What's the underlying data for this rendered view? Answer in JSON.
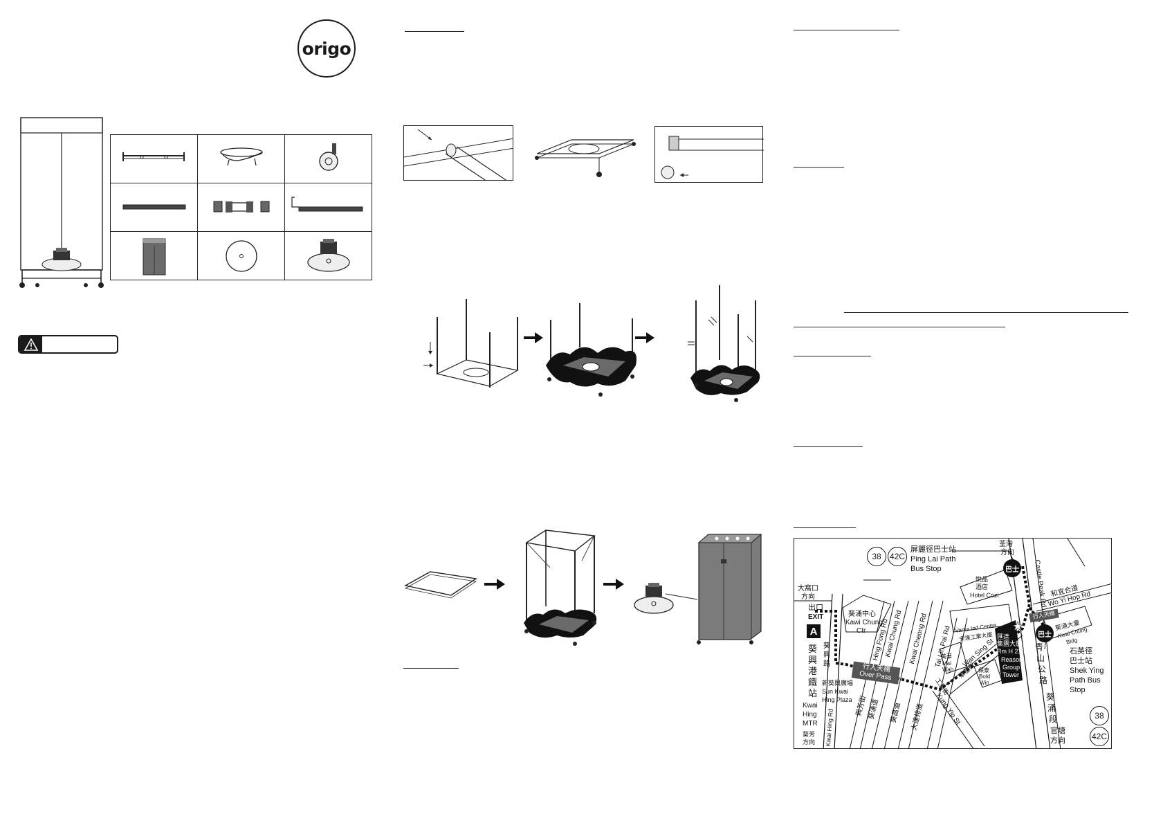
{
  "brand": {
    "logo_text": "origo"
  },
  "icons": {
    "warning": "warning-triangle-icon",
    "arrow": "arrow-right-icon",
    "star": "star-icon"
  },
  "colors": {
    "ink": "#1a1a1a",
    "grey_cover": "#7b7b7b",
    "fabric": "#111111",
    "bar_grey": "#555555"
  },
  "map": {
    "bus_badge": "巴士",
    "route_a": "38",
    "route_b": "42C",
    "stop_top_zh": "屏麗徑巴士站",
    "stop_top_en1": "Ping Lai Path",
    "stop_top_en2": "Bus Stop",
    "stop_right_zh1": "石英徑",
    "stop_right_zh2": "巴士站",
    "stop_right_en1": "Shek Ying",
    "stop_right_en2": "Path Bus",
    "stop_right_en3": "Stop",
    "dir_taiwo_zh1": "大窩口",
    "dir_taiwo_zh2": "方向",
    "dir_kwaichung_zh1": "荃灣",
    "dir_kwaichung_zh2": "方向",
    "exit_zh": "出口",
    "exit_en": "EXIT",
    "exit_letter": "A",
    "station_zh1": "葵",
    "station_zh2": "興",
    "station_zh3": "港",
    "station_zh4": "鐵",
    "station_zh5": "站",
    "station_en1": "Kwai",
    "station_en2": "Hing",
    "station_en3": "MTR",
    "kwaifong_zh1": "葵芳",
    "kwaifong_zh2": "方向",
    "kwai_hing_rd": "Kwai Hing Rd",
    "kwai_hing_rd_zh1": "葵",
    "kwai_hing_rd_zh2": "興",
    "kwai_hing_rd_zh3": "路",
    "kcc_zh": "葵涌中心",
    "kcc_en1": "Kawi Chung",
    "kcc_en2": "Ctr",
    "plaza_zh": "新葵興廣場",
    "plaza_en1": "Sun Kwai",
    "plaza_en2": "Hing Plaza",
    "hing_fong_rd": "Hing Fong Rd",
    "kwai_chung_rd": "Kwai Chung Rd",
    "kwai_cheong_rd": "Kwai Cheong Rd",
    "tai_lin_pai_rd": "Tai Lin Pai Rd",
    "wo_yi_hop_zh": "和宜合道",
    "wo_yi_hop_en": "Wo Yi Hop Rd",
    "castle_peak_rd": "Castle Peak Rd",
    "castle_zh1": "青",
    "castle_zh2": "山",
    "castle_zh3": "公",
    "castle_zh4": "路",
    "kwai_chung_sec1": "葵",
    "kwai_chung_sec2": "涌",
    "kwai_chung_sec3": "段",
    "kwun_tong_dir1": "官塘",
    "kwun_tong_dir2": "方向",
    "hotel_zh1": "悅品",
    "hotel_zh2": "酒店",
    "hotel_en": "Hotel Cozi",
    "vanta_en": "Vanta Ind Centre",
    "vanta_zh": "安達工業大廈",
    "overpass_zh": "行人天橋",
    "overpass_en": "Over Pass",
    "overpass_right_zh": "行人天橋",
    "kwai_chung_bldg_zh": "葵涌大廈",
    "kwai_chung_bldg_en1": "Kwai Chung",
    "kwai_chung_bldg_en2": "Bldg",
    "reason_zh1": "匯達",
    "reason_zh2": "集團大廈",
    "reason_en1": "Rm H 21/F",
    "reason_en2": "Reason",
    "reason_en3": "Group",
    "reason_en4": "Tower",
    "mai_wah_zh": "美華",
    "mai_wah_en1": "Mai",
    "mai_wah_en2": "Wah",
    "bold_win_zh": "保泰",
    "bold_win_en1": "Bold",
    "bold_win_en2": "Win",
    "wan_sing_st": "Wan Sing St",
    "wan_sing_zh": "華星街",
    "kung_yip_st": "Kung Yip St",
    "kung_yip_zh": "工業街",
    "hing_ning_zh": "興芳街",
    "kwai_yung_zh": "葵涌道",
    "kwai_cheong_zh": "葵昌道",
    "tai_lin_pai_zh": "大連排道"
  }
}
